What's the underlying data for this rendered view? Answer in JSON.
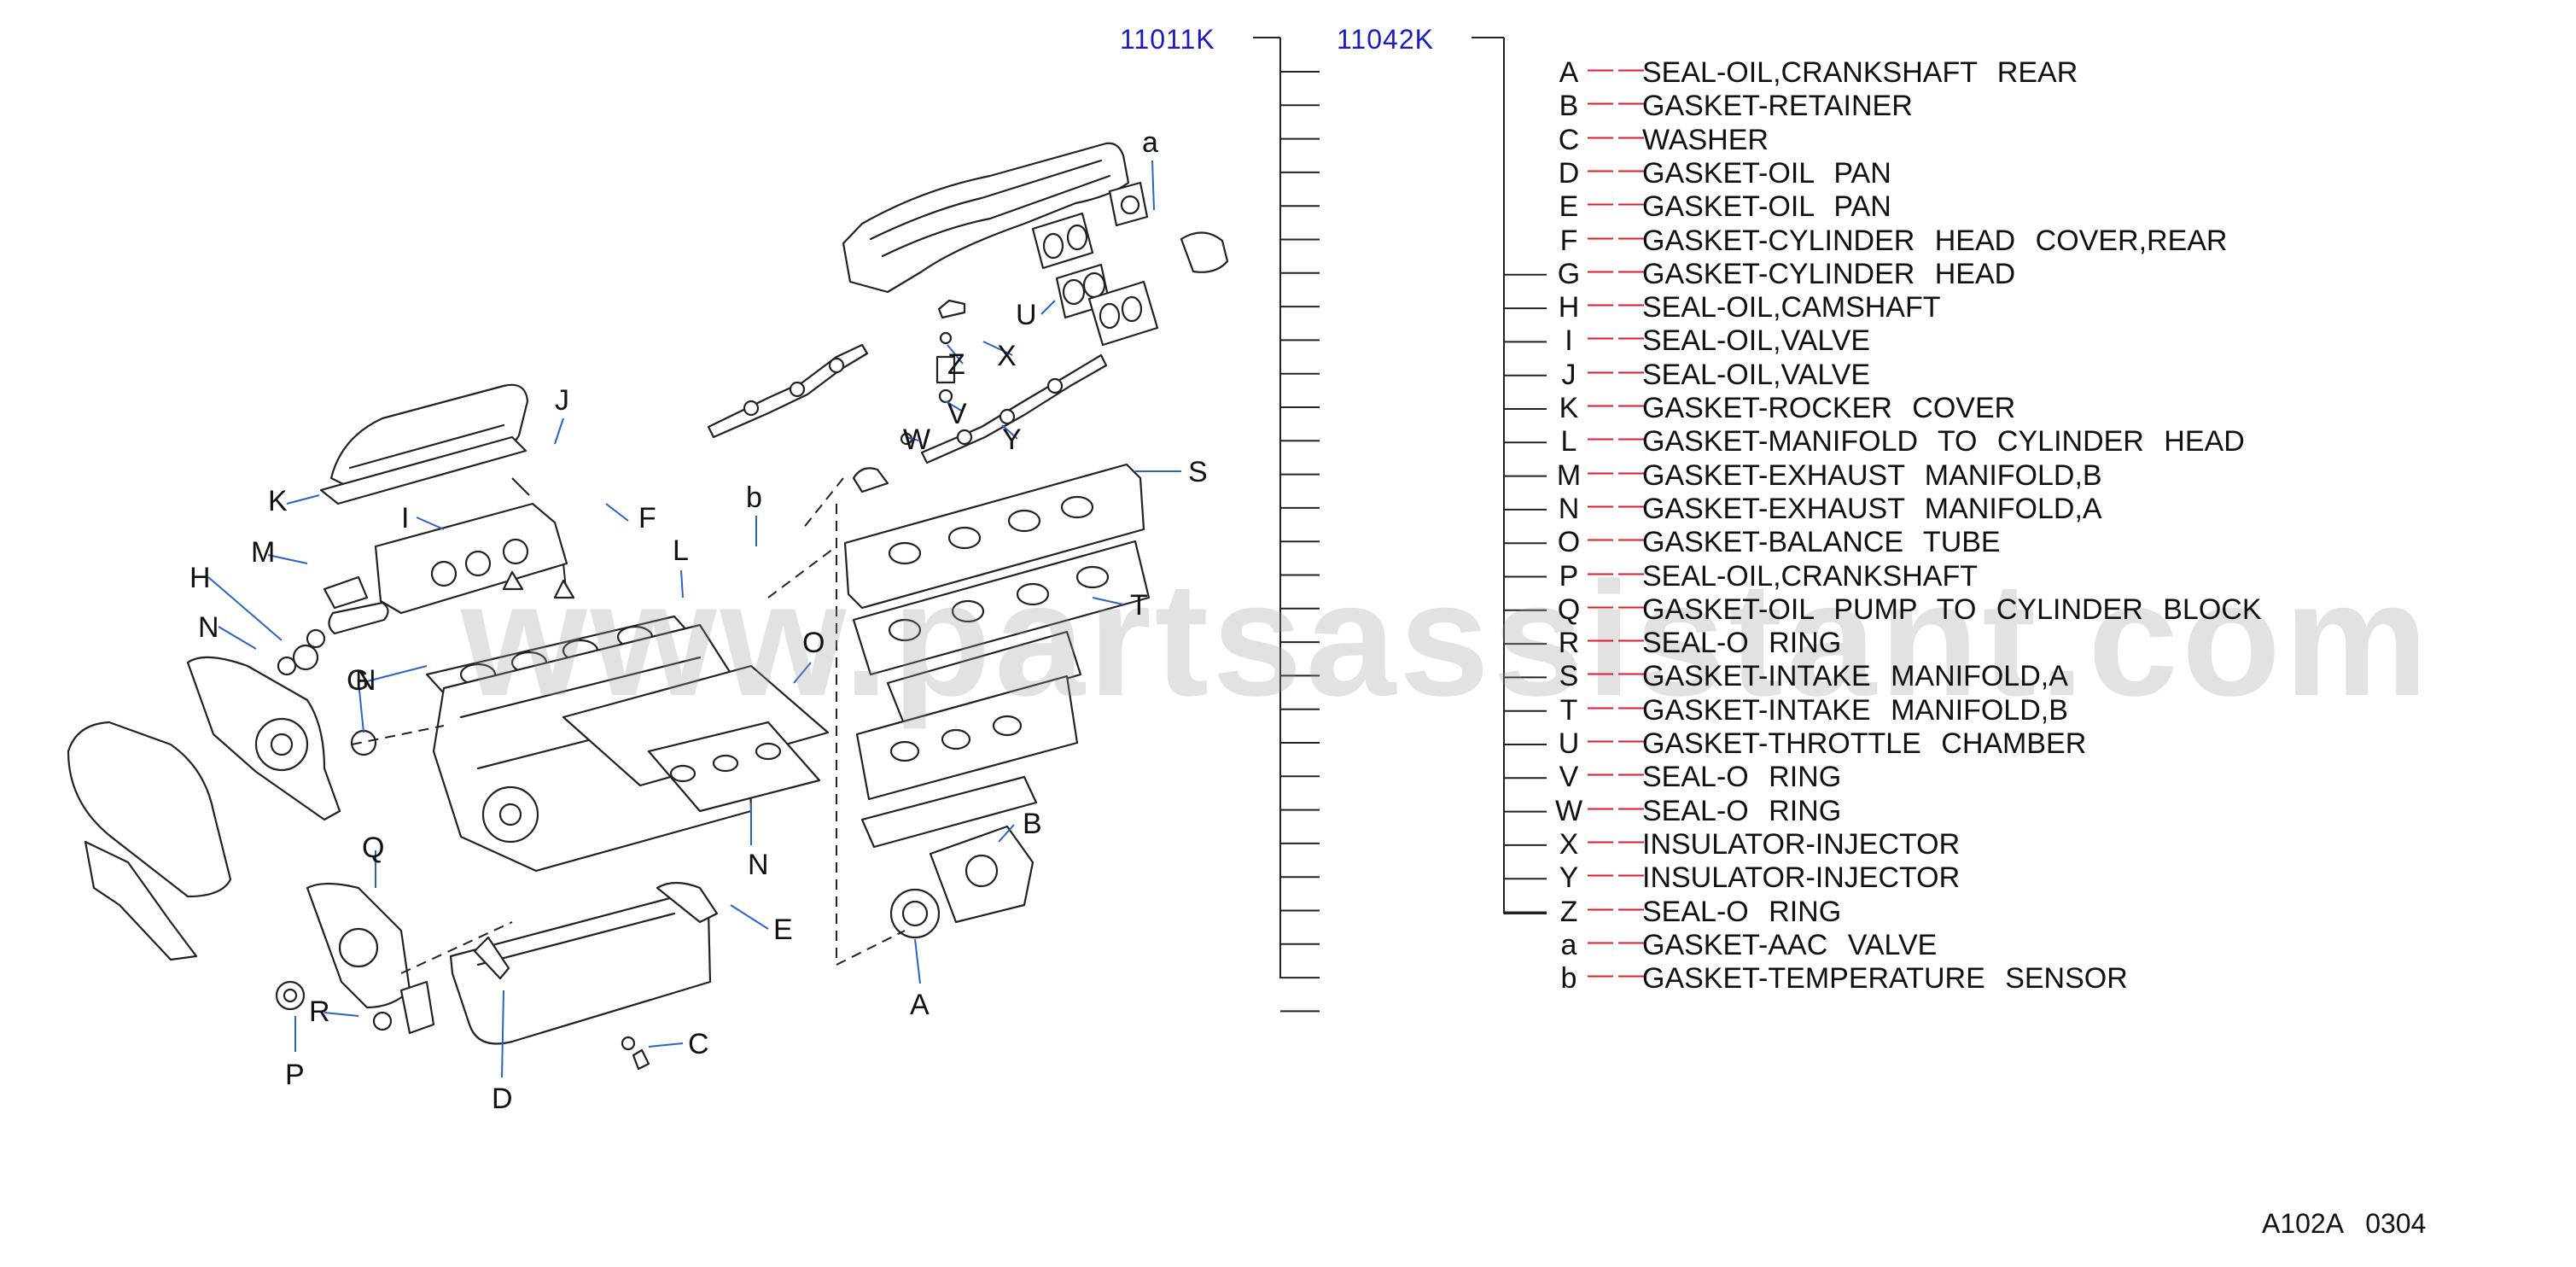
{
  "diagram": {
    "kit_codes": [
      "11011K",
      "11042K"
    ],
    "legend": [
      {
        "letter": "A",
        "name": "SEAL-OIL,CRANKSHAFT REAR"
      },
      {
        "letter": "B",
        "name": "GASKET-RETAINER"
      },
      {
        "letter": "C",
        "name": "WASHER"
      },
      {
        "letter": "D",
        "name": "GASKET-OIL PAN"
      },
      {
        "letter": "E",
        "name": "GASKET-OIL PAN"
      },
      {
        "letter": "F",
        "name": "GASKET-CYLINDER HEAD COVER,REAR"
      },
      {
        "letter": "G",
        "name": "GASKET-CYLINDER HEAD"
      },
      {
        "letter": "H",
        "name": "SEAL-OIL,CAMSHAFT"
      },
      {
        "letter": "I",
        "name": "SEAL-OIL,VALVE"
      },
      {
        "letter": "J",
        "name": "SEAL-OIL,VALVE"
      },
      {
        "letter": "K",
        "name": "GASKET-ROCKER COVER"
      },
      {
        "letter": "L",
        "name": "GASKET-MANIFOLD TO CYLINDER HEAD"
      },
      {
        "letter": "M",
        "name": "GASKET-EXHAUST MANIFOLD,B"
      },
      {
        "letter": "N",
        "name": "GASKET-EXHAUST MANIFOLD,A"
      },
      {
        "letter": "O",
        "name": "GASKET-BALANCE TUBE"
      },
      {
        "letter": "P",
        "name": "SEAL-OIL,CRANKSHAFT"
      },
      {
        "letter": "Q",
        "name": "GASKET-OIL PUMP TO CYLINDER BLOCK"
      },
      {
        "letter": "R",
        "name": "SEAL-O RING"
      },
      {
        "letter": "S",
        "name": "GASKET-INTAKE MANIFOLD,A"
      },
      {
        "letter": "T",
        "name": "GASKET-INTAKE MANIFOLD,B"
      },
      {
        "letter": "U",
        "name": "GASKET-THROTTLE CHAMBER"
      },
      {
        "letter": "V",
        "name": "SEAL-O RING"
      },
      {
        "letter": "W",
        "name": "SEAL-O RING"
      },
      {
        "letter": "X",
        "name": "INSULATOR-INJECTOR"
      },
      {
        "letter": "Y",
        "name": "INSULATOR-INJECTOR"
      },
      {
        "letter": "Z",
        "name": "SEAL-O RING"
      },
      {
        "letter": "a",
        "name": "GASKET-AAC VALVE"
      },
      {
        "letter": "b",
        "name": "GASKET-TEMPERATURE SENSOR"
      }
    ],
    "callouts": [
      "a",
      "U",
      "X",
      "Z",
      "V",
      "W",
      "Y",
      "S",
      "J",
      "K",
      "F",
      "I",
      "M",
      "L",
      "b",
      "H",
      "N",
      "G",
      "O",
      "T",
      "N",
      "N",
      "B",
      "Q",
      "E",
      "R",
      "C",
      "A",
      "P",
      "D"
    ],
    "footer": "A102A 0304",
    "watermark": "www.partsassistant.com",
    "colors": {
      "kit_code": "#1a1ac8",
      "leader_line": "#2a62c8",
      "legend_dash": "#e0192a",
      "line_art": "#222222"
    }
  }
}
